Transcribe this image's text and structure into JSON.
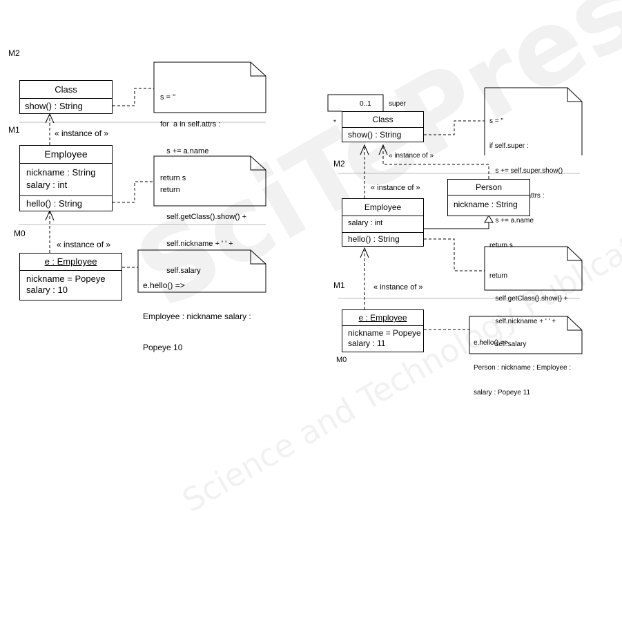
{
  "watermark": {
    "text": "SciTePress",
    "subtitle": "Science and Technology Publications",
    "color": "#e6e6e6"
  },
  "left": {
    "levels": {
      "m2": "M2",
      "m1": "M1",
      "m0": "M0"
    },
    "class_box": {
      "title": "Class",
      "op": "show() : String"
    },
    "class_note": [
      "s = ''",
      "for  a in self.attrs :",
      "   s += a.name",
      "return s"
    ],
    "instance_label_1": "« instance of »",
    "employee_box": {
      "title": "Employee",
      "attr1": "nickname : String",
      "attr2": "salary : int",
      "op": "hello() : String"
    },
    "employee_note": [
      "return",
      "   self.getClass().show() +",
      "   self.nickname + ' ' +",
      "   self.salary"
    ],
    "instance_label_2": "« instance of »",
    "e_box": {
      "title": "e : Employee",
      "attr1": "nickname = Popeye",
      "attr2": "salary : 10"
    },
    "e_note": [
      "e.hello() =>",
      "Employee : nickname salary :",
      "Popeye 10"
    ]
  },
  "right": {
    "levels": {
      "m2": "M2",
      "m1": "M1",
      "m0": "M0"
    },
    "super_mult": "0..1",
    "super_role": "super",
    "star_mult": "*",
    "class_box": {
      "title": "Class",
      "op": "show() : String"
    },
    "class_note": [
      "s = ''",
      "if self.super :",
      "   s += self.super.show()",
      "for  a in self.attrs :",
      "   s += a.name",
      "return s"
    ],
    "instance_label_person": "« instance of »",
    "instance_label_employee": "« instance of »",
    "person_box": {
      "title": "Person",
      "attr1": "nickname : String"
    },
    "employee_box": {
      "title": "Employee",
      "attr1": "salary : int",
      "op": "hello() : String"
    },
    "employee_note": [
      "return",
      "   self.getClass().show() +",
      "   self.nickname + ' ' +",
      "   self.salary"
    ],
    "instance_label_e": "« instance of »",
    "e_box": {
      "title": "e : Employee",
      "attr1": "nickname = Popeye",
      "attr2": "salary : 11"
    },
    "e_note": [
      "e.hello() =>",
      "Person : nickname ; Employee :",
      "salary : Popeye 11"
    ]
  }
}
